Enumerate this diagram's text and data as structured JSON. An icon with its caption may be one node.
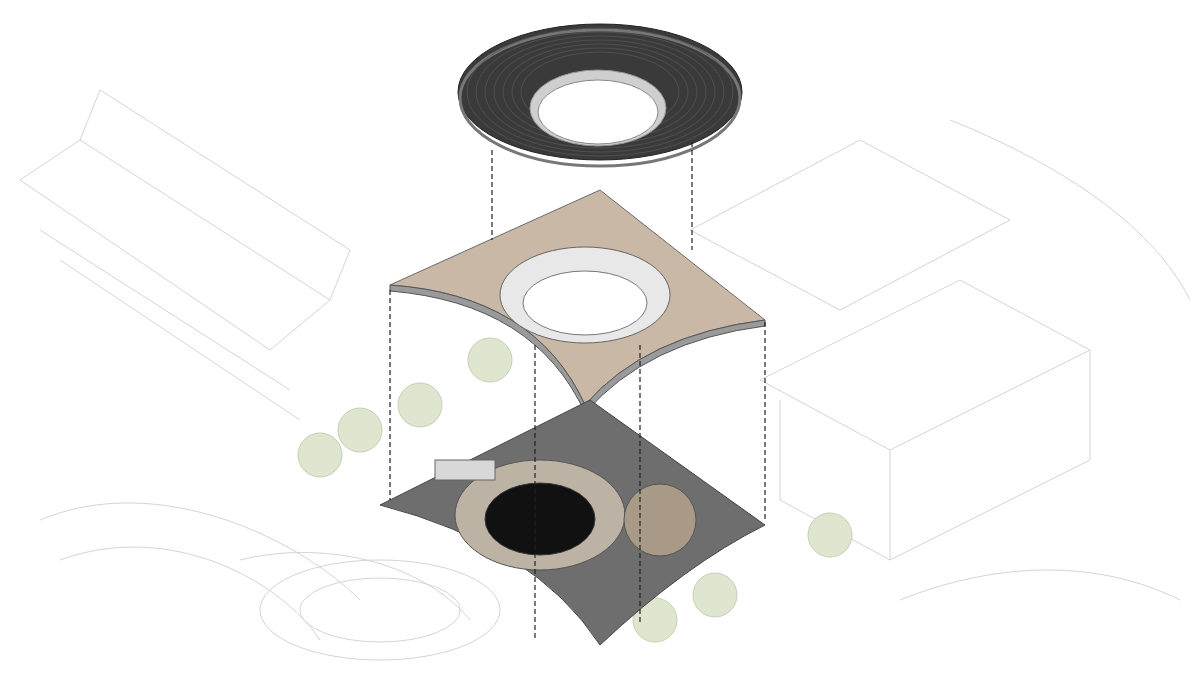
{
  "diagram": {
    "nodes": [
      {
        "text": [],
        "shape": "picture"
      },
      {
        "text": [],
        "shape": "picture"
      },
      {
        "text": [],
        "shape": "picture"
      }
    ],
    "edges": [
      {
        "from": 0,
        "to": 1,
        "arrow": "none",
        "style": "dashed"
      },
      {
        "from": 0,
        "to": 1,
        "arrow": "none",
        "style": "dashed"
      },
      {
        "from": 1,
        "to": 2,
        "arrow": "none",
        "style": "dashed"
      },
      {
        "from": 1,
        "to": 2,
        "arrow": "none",
        "style": "dashed"
      },
      {
        "from": 1,
        "to": 2,
        "arrow": "none",
        "style": "dashed"
      },
      {
        "from": 1,
        "to": 2,
        "arrow": "none",
        "style": "dashed"
      }
    ]
  }
}
